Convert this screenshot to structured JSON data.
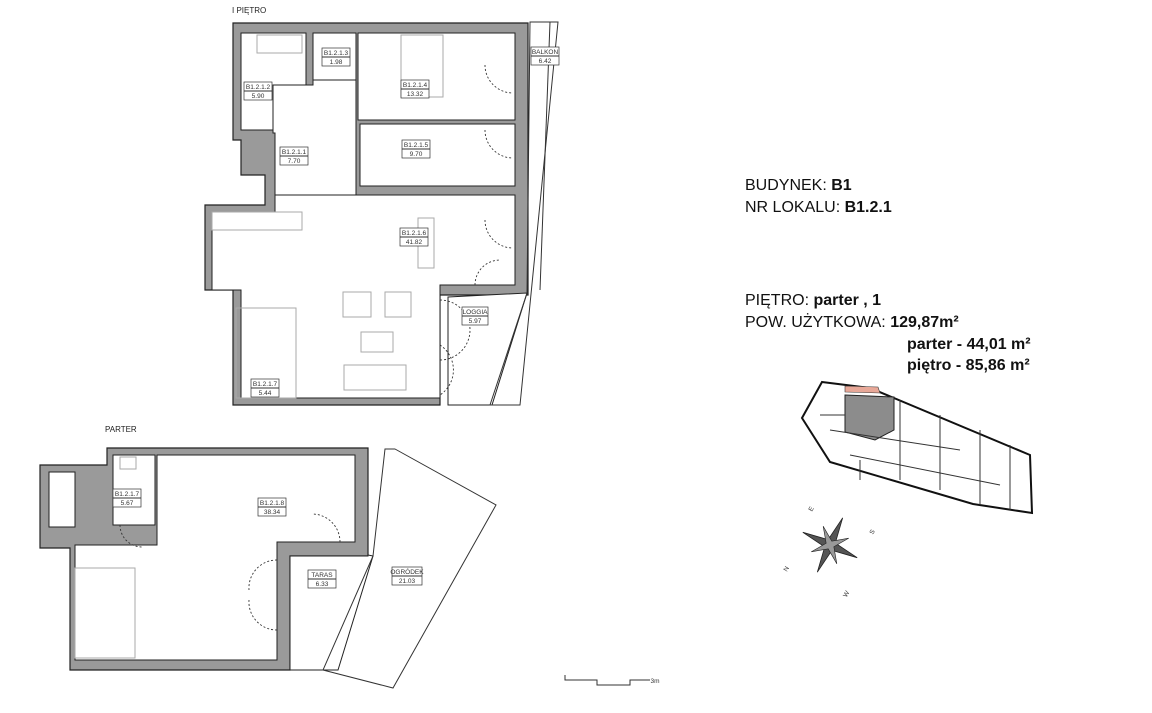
{
  "upper_floor": {
    "title": "I PIĘTRO",
    "rooms": [
      {
        "id": "B1.2.1.3",
        "area": "1.98"
      },
      {
        "id": "B1.2.1.2",
        "area": "5.90"
      },
      {
        "id": "B1.2.1.4",
        "area": "13.32"
      },
      {
        "id": "BALKON",
        "area": "6.42"
      },
      {
        "id": "B1.2.1.1",
        "area": "7.70"
      },
      {
        "id": "B1.2.1.5",
        "area": "9.70"
      },
      {
        "id": "B1.2.1.6",
        "area": "41.82"
      },
      {
        "id": "LOGGIA",
        "area": "5.97"
      },
      {
        "id": "B1.2.1.7",
        "area": "5.44"
      }
    ]
  },
  "ground_floor": {
    "title": "PARTER",
    "rooms": [
      {
        "id": "B1.2.1.7",
        "area": "5.67"
      },
      {
        "id": "B1.2.1.8",
        "area": "38.34"
      },
      {
        "id": "TARAS",
        "area": "6.33"
      },
      {
        "id": "OGRÓDEK",
        "area": "21.03"
      }
    ]
  },
  "scale_bar": {
    "label": "3m"
  },
  "info": {
    "building_label": "BUDYNEK:",
    "building_value": "B1",
    "unit_label": "NR LOKALU:",
    "unit_value": "B1.2.1",
    "floor_label": "PIĘTRO:",
    "floor_value": "parter , 1",
    "area_label": "POW. UŻYTKOWA:",
    "area_total": "129,87m²",
    "area_ground": "parter - 44,01 m²",
    "area_upper": "piętro - 85,86 m²"
  },
  "compass": {
    "labels": [
      "E",
      "S",
      "W",
      "N"
    ]
  },
  "colors": {
    "wall": "#9a9a9a",
    "highlight_unit": "#8c8c8c",
    "highlight_balcony": "#e8a898"
  }
}
